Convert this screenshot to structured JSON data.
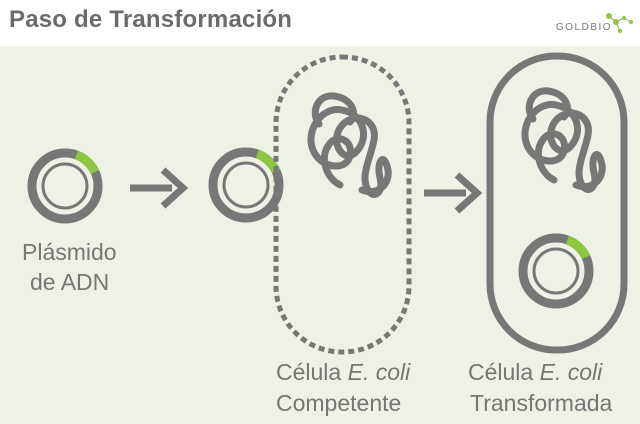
{
  "header": {
    "title": "Paso de Transformación",
    "logo_text": "GOLDBIO",
    "logo_icon": "molecule-dots-icon"
  },
  "labels": {
    "plasmid_line1": "Plásmido",
    "plasmid_line2": "de ADN",
    "competent_prefix": "Célula ",
    "competent_italic": "E. coli",
    "competent_line2": "Competente",
    "transformed_prefix": "Célula ",
    "transformed_italic": "E. coli",
    "transformed_line2": "Transformada"
  },
  "colors": {
    "background": "#eef2e6",
    "header_background": "#ffffff",
    "gray": "#777777",
    "green_accent": "#8dc63f"
  }
}
